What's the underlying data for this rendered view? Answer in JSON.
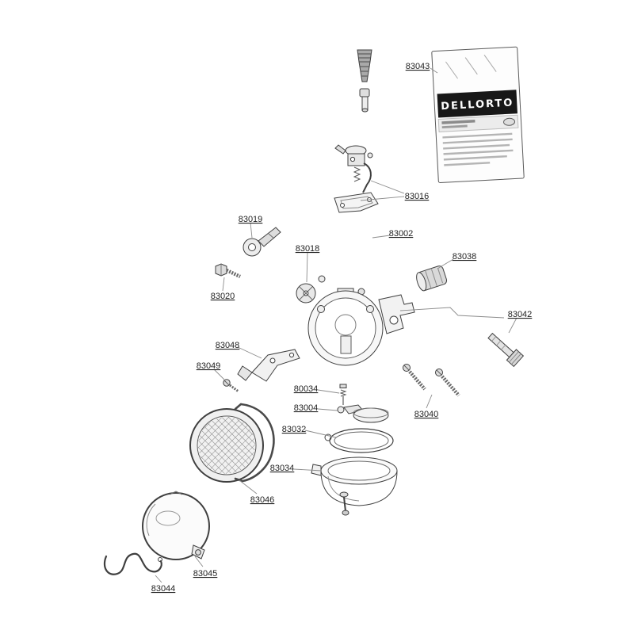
{
  "packet": {
    "brand": "DELLORTO"
  },
  "parts": [
    {
      "number": "83043"
    },
    {
      "number": "83016"
    },
    {
      "number": "83019"
    },
    {
      "number": "83002"
    },
    {
      "number": "83018"
    },
    {
      "number": "83038"
    },
    {
      "number": "83020"
    },
    {
      "number": "83042"
    },
    {
      "number": "83048"
    },
    {
      "number": "83049"
    },
    {
      "number": "80034"
    },
    {
      "number": "83004"
    },
    {
      "number": "83032"
    },
    {
      "number": "83040"
    },
    {
      "number": "83034"
    },
    {
      "number": "83046"
    },
    {
      "number": "83045"
    },
    {
      "number": "83044"
    }
  ]
}
